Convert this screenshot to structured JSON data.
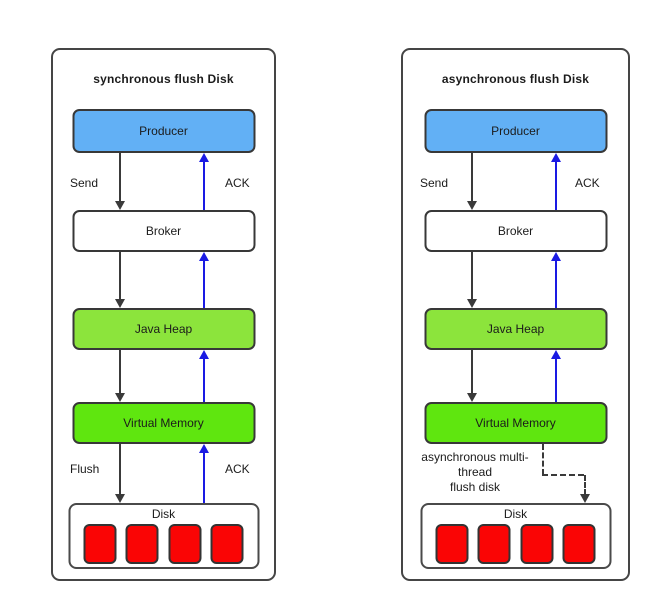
{
  "panels": [
    {
      "title": "synchronous flush Disk",
      "nodes": {
        "producer": "Producer",
        "broker": "Broker",
        "java_heap": "Java Heap",
        "virtual_memory": "Virtual Memory",
        "disk": "Disk"
      },
      "labels": {
        "send": "Send",
        "ack_top": "ACK",
        "flush": "Flush",
        "ack_bottom": "ACK"
      },
      "disk_block_count": 4
    },
    {
      "title": "asynchronous flush Disk",
      "nodes": {
        "producer": "Producer",
        "broker": "Broker",
        "java_heap": "Java Heap",
        "virtual_memory": "Virtual Memory",
        "disk": "Disk"
      },
      "labels": {
        "send": "Send",
        "ack_top": "ACK",
        "async_flush": "asynchronous multi-\nthread\nflush disk"
      },
      "disk_block_count": 4
    }
  ],
  "colors": {
    "producer_fill": "#62B0F5",
    "broker_fill": "#FFFFFF",
    "java_heap_fill": "#8CE43C",
    "virtual_memory_fill": "#5FE60F",
    "disk_block_fill": "#FA0505",
    "ack_arrow": "#1A1AE3",
    "flow_arrow": "#3A3A3A",
    "box_border": "#3F3F3F"
  }
}
